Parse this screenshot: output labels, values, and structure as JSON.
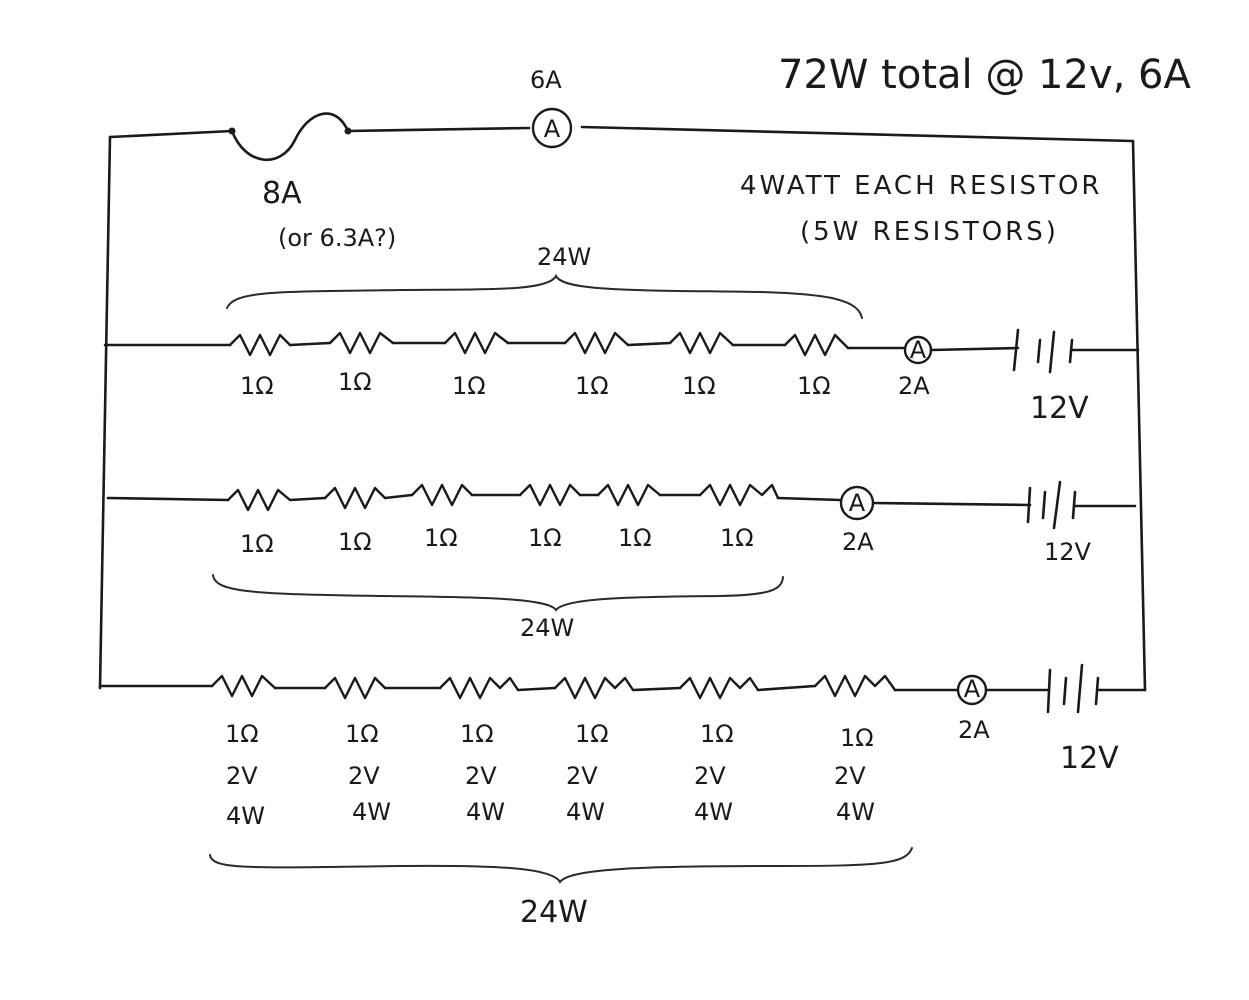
{
  "title": "72W total @ 12v, 6A",
  "note": {
    "line1": "4WATT EACH RESISTOR",
    "line2": "(5W RESISTORS)"
  },
  "fuse": {
    "label": "8A",
    "alt": "(or 6.3A?)"
  },
  "main_meter": {
    "symbol": "A",
    "reading": "6A"
  },
  "branches": [
    {
      "resistors": [
        "1Ω",
        "1Ω",
        "1Ω",
        "1Ω",
        "1Ω",
        "1Ω"
      ],
      "meter_symbol": "A",
      "meter_reading": "2A",
      "battery": "12V",
      "power": "24W"
    },
    {
      "resistors": [
        "1Ω",
        "1Ω",
        "1Ω",
        "1Ω",
        "1Ω",
        "1Ω"
      ],
      "meter_symbol": "A",
      "meter_reading": "2A",
      "battery": "12V",
      "power": "24W"
    },
    {
      "resistors": [
        "1Ω",
        "1Ω",
        "1Ω",
        "1Ω",
        "1Ω",
        "1Ω"
      ],
      "voltages": [
        "2V",
        "2V",
        "2V",
        "2V",
        "2V",
        "2V"
      ],
      "watts": [
        "4W",
        "4W",
        "4W",
        "4W",
        "4W",
        "4W"
      ],
      "meter_symbol": "A",
      "meter_reading": "2A",
      "battery": "12V",
      "power": "24W"
    }
  ]
}
